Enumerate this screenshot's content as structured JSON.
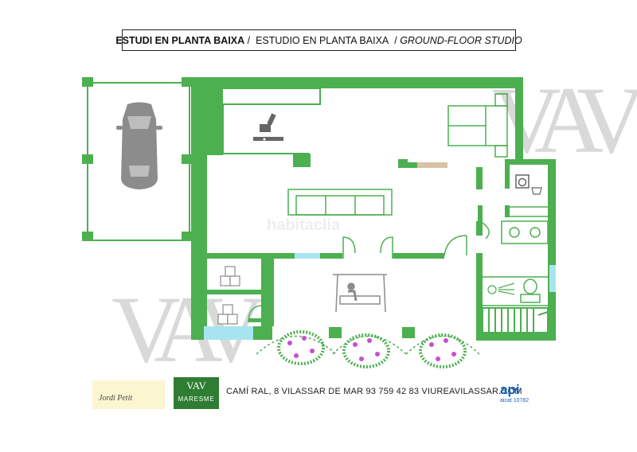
{
  "title": {
    "catalan": "ESTUDI EN PLANTA BAIXA",
    "sep1": "/",
    "spanish": "ESTUDIO EN PLANTA BAIXA",
    "sep2": "/",
    "english": "GROUND-FLOOR STUDIO"
  },
  "watermarks": {
    "brand": "VAV",
    "portal": "habitaclia"
  },
  "footer": {
    "contact": "CAMÍ RAL, 8 VILASSAR DE MAR 93 759 42 83  VIUREAVILASSAR.COM",
    "signature": "Jordi Petit",
    "logo_mark": "VAV",
    "logo_text": "MARESME",
    "api_mark": "api",
    "api_sub": "aicat 10782"
  },
  "colors": {
    "wall": "#4caf50",
    "wall_dark": "#2e7d32",
    "furniture": "#8c8c8c",
    "window": "#a8e4f0",
    "door": "#d7c2a3",
    "flower": "#c84fd0"
  }
}
